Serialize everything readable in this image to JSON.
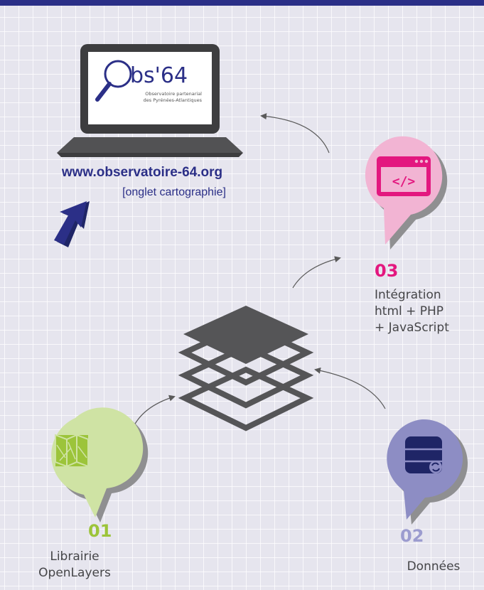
{
  "header": {
    "bar_color": "#2b2f87"
  },
  "laptop": {
    "logo_text": "bs'64",
    "logo_sub_line1": "Observatoire partenarial",
    "logo_sub_line2": "des Pyrénées-Atlantiques",
    "icon": "magnifier-logo-icon"
  },
  "website": {
    "url": "www.observatoire-64.org",
    "tab": "[onglet cartographie]"
  },
  "cursor": {
    "icon": "mouse-pointer-icon",
    "color": "#2b2f87"
  },
  "layers": {
    "icon": "stacked-layers-icon",
    "color": "#555557"
  },
  "steps": [
    {
      "number": "01",
      "label": "Librairie\nOpenLayers",
      "color": "#9cc43a",
      "bubble_color": "#cfe3a4",
      "icon": "map-icon"
    },
    {
      "number": "02",
      "label": "Données",
      "color": "#9c9ccf",
      "bubble_color": "#8d8dc4",
      "icon": "database-icon"
    },
    {
      "number": "03",
      "label": "Intégration\nhtml + PHP\n+ JavaScript",
      "color": "#e3177f",
      "bubble_color": "#f2b4d3",
      "icon": "code-window-icon"
    }
  ]
}
